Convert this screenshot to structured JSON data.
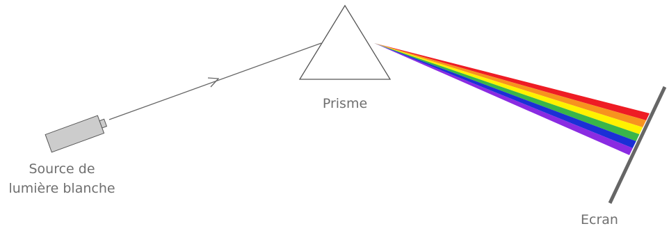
{
  "labels": {
    "source_line1": "Source de",
    "source_line2": "lumière blanche",
    "prism": "Prisme",
    "screen": "Ecran"
  },
  "spectrum": [
    {
      "color": "red",
      "hex": "#ee1c24"
    },
    {
      "color": "orange",
      "hex": "#f7931e"
    },
    {
      "color": "yellow",
      "hex": "#fff200"
    },
    {
      "color": "green",
      "hex": "#39b54a"
    },
    {
      "color": "blue",
      "hex": "#1b2fd6"
    },
    {
      "color": "violet",
      "hex": "#8a2be2"
    }
  ],
  "colors": {
    "line": "#666666",
    "source_fill": "#cccccc",
    "screen": "#666666"
  }
}
